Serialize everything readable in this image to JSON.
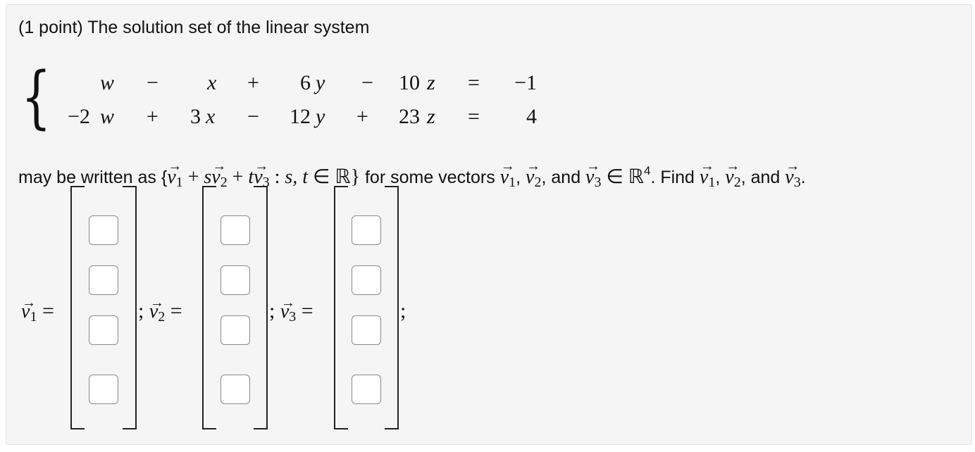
{
  "problem": {
    "intro": "(1 point) The solution set of the linear system",
    "system": {
      "row1": [
        "w",
        "−",
        "x",
        "+",
        "6",
        "y",
        "−",
        "10",
        "z",
        "=",
        "−1"
      ],
      "row2": [
        "−2",
        "w",
        "+",
        "3",
        "x",
        "−",
        "12",
        "y",
        "+",
        "23",
        "z",
        "=",
        "4"
      ]
    },
    "statement": {
      "t1": "may be written as {",
      "plus": "+",
      "s": "s",
      "t": "t",
      "colon": " : ",
      "st": "s, t",
      "in": "∈",
      "R": "ℝ",
      "close_brace": "}",
      "t2": " for some vectors ",
      "comma": ",",
      "and": " and ",
      "R4_exp": "4",
      "t3": ". Find ",
      "t4": ", and ",
      "period": "."
    },
    "vectors": [
      {
        "sub": "1",
        "entries": [
          "",
          "",
          "",
          ""
        ]
      },
      {
        "sub": "2",
        "entries": [
          "",
          "",
          "",
          ""
        ]
      },
      {
        "sub": "3",
        "entries": [
          "",
          "",
          "",
          ""
        ]
      }
    ],
    "equals": "=",
    "semicolon": ";"
  }
}
